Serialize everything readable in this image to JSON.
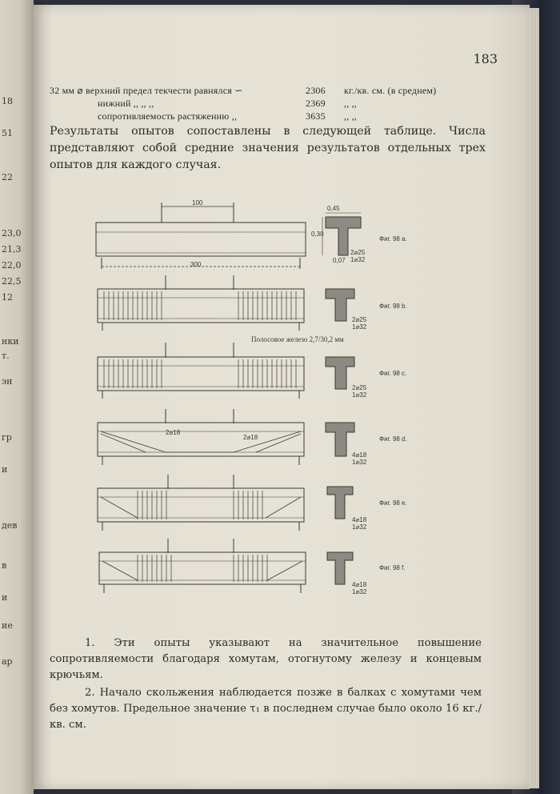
{
  "page": {
    "number": "183",
    "data_lines": [
      {
        "label": "32 мм ⌀ верхний предел текчести равнялся ∽",
        "value": "2306",
        "unit": "кг./кв. см. (в среднем)"
      },
      {
        "label": "нижний          ,,          ,,          ,,",
        "value": "2369",
        "unit": ",,          ,,"
      },
      {
        "label": "сопротивляемость растяжению  ,,",
        "value": "3635",
        "unit": ",,          ,,"
      }
    ],
    "intro_text": "Результаты опытов сопоставлены в следующей таблице. Числа представляют собой средние значения результатов отдельных трех опытов для каждого случая.",
    "figures": [
      {
        "label": "Фиг. 98 a.",
        "span_dim": "300",
        "load_dim": "100",
        "section_labels": [
          "2⌀25",
          "1⌀32"
        ]
      },
      {
        "label": "Фиг. 98 b.",
        "section_labels": [
          "2⌀25",
          "1⌀32"
        ]
      },
      {
        "label": "Фиг. 98 c.",
        "section_labels": [
          "2⌀25",
          "1⌀32"
        ]
      },
      {
        "label": "Фиг. 98 d.",
        "section_labels": [
          "4⌀18",
          "1⌀32"
        ]
      },
      {
        "label": "Фиг. 98 e.",
        "section_labels": [
          "4⌀18",
          "1⌀32"
        ]
      },
      {
        "label": "Фиг. 98 f.",
        "section_labels": [
          "4⌀18",
          "1⌀32"
        ]
      }
    ],
    "callout_strip_iron": "Полосовое железо 2,7/30,2 мм",
    "section_dims": {
      "flange_width": "0,45",
      "depth": "0,30",
      "web_width": "0,07"
    },
    "bar_labels_d": [
      "2⌀18",
      "2⌀18"
    ],
    "conclusions": [
      "1. Эти опыты указывают на значительное повышение сопротивляемости благодаря хомутам, отогнутому железу и концевым крючьям.",
      "2. Начало скольжения наблюдается позже в балках с хомутами чем без хомутов. Предельное значение τ₁ в последнем случае было около 16 кг./кв. см."
    ]
  },
  "left_page_fragments": [
    "18",
    "51",
    "22",
    "23,0",
    "21,3",
    "22,0",
    "22,5",
    "12",
    "нки",
    "т.",
    "эн",
    "гр",
    "и",
    "дев",
    "в",
    "и",
    "ие",
    "ар"
  ],
  "colors": {
    "paper": "#e6e2d6",
    "ink": "#2b2a27",
    "cover": "#2a2e36"
  }
}
